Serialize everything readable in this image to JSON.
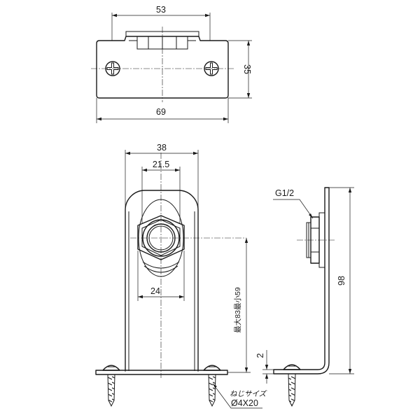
{
  "top_view": {
    "dims": {
      "inner_width": "53",
      "height": "35",
      "outer_width": "69"
    }
  },
  "front_view": {
    "dims": {
      "outer_width": "38",
      "pipe_width": "21.5",
      "hex_width": "24",
      "height_range": "最大83最小59"
    },
    "screw_spec": {
      "label": "ねじサイズ",
      "size": "Ø4X20"
    }
  },
  "side_view": {
    "dims": {
      "thread": "G1/2",
      "height": "98",
      "plate": "2"
    }
  }
}
